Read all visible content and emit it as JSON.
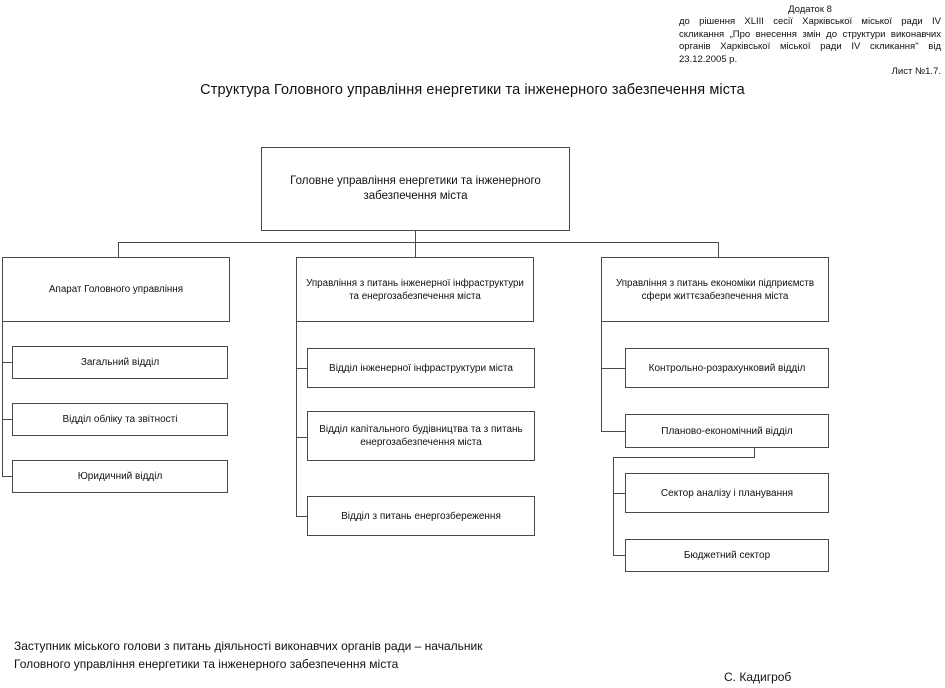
{
  "document_reference": {
    "appendix": "Додаток 8",
    "body": "до рішення XLIII сесії Харківської міської ради IV скликання „Про внесення змін до структури виконавчих органів Харківської міської ради IV скликання\" від 23.12.2005 р.",
    "sheet": "Лист №1.7."
  },
  "chart_title": "Структура Головного управління енергетики та інженерного забезпечення міста",
  "org": {
    "root": {
      "label": "Головне управління енергетики та інженерного забезпечення міста"
    },
    "divisions": [
      {
        "label": "Апарат Головного управління",
        "children": [
          {
            "label": "Загальний відділ"
          },
          {
            "label": "Відділ обліку та звітності"
          },
          {
            "label": "Юридичний відділ"
          }
        ]
      },
      {
        "label": "Управління з питань інженерної інфраструктури та енергозабезпечення міста",
        "children": [
          {
            "label": "Відділ інженерної інфраструктури міста"
          },
          {
            "label": "Відділ капітального будівництва та з питань енергозабезпечення міста"
          },
          {
            "label": "Відділ з питань енергозбереження"
          }
        ]
      },
      {
        "label": "Управління з питань економіки підприємств сфери життєзабезпечення міста",
        "children": [
          {
            "label": "Контрольно-розрахунковий відділ"
          },
          {
            "label": "Планово-економічний відділ",
            "children": [
              {
                "label": "Сектор аналізу і планування"
              },
              {
                "label": "Бюджетний сектор"
              }
            ]
          }
        ]
      }
    ]
  },
  "footer": {
    "position_text": "Заступник міського голови з питань діяльності виконавчих органів ради – начальник Головного управління енергетики та інженерного забезпечення міста",
    "signatory": "С. Кадигроб"
  },
  "colors": {
    "line": "#4a4a4a",
    "text": "#111111",
    "background": "#ffffff"
  }
}
